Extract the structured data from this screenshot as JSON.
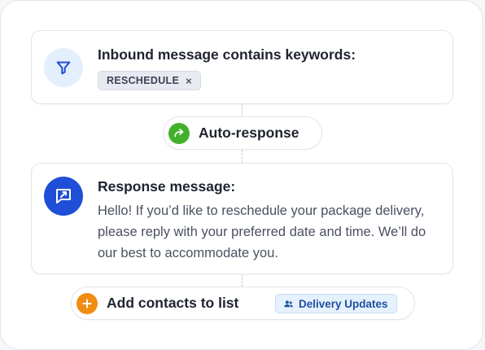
{
  "trigger": {
    "icon": "filter-icon",
    "title": "Inbound message contains keywords:",
    "keywords": [
      {
        "label": "RESCHEDULE",
        "remove_symbol": "×"
      }
    ]
  },
  "action": {
    "icon": "arrow-forward-icon",
    "label": "Auto-response"
  },
  "response": {
    "icon": "chat-message-icon",
    "title": "Response message:",
    "body": "Hello! If you’d like to reschedule your package delivery, please reply with your preferred date and time. We’ll do our best to accommodate you."
  },
  "add_contacts": {
    "icon": "plus-icon",
    "label": "Add contacts to list",
    "list": {
      "icon": "people-icon",
      "name": "Delivery Updates"
    }
  },
  "colors": {
    "filter_icon_bg": "#e3effc",
    "filter_icon_fg": "#1f4fd6",
    "message_icon_bg": "#1f4fd6",
    "auto_response_icon": "#43b02a",
    "add_contacts_icon": "#f28c11",
    "list_badge_bg": "#e5f1fc",
    "list_badge_text": "#1f4f9e"
  }
}
